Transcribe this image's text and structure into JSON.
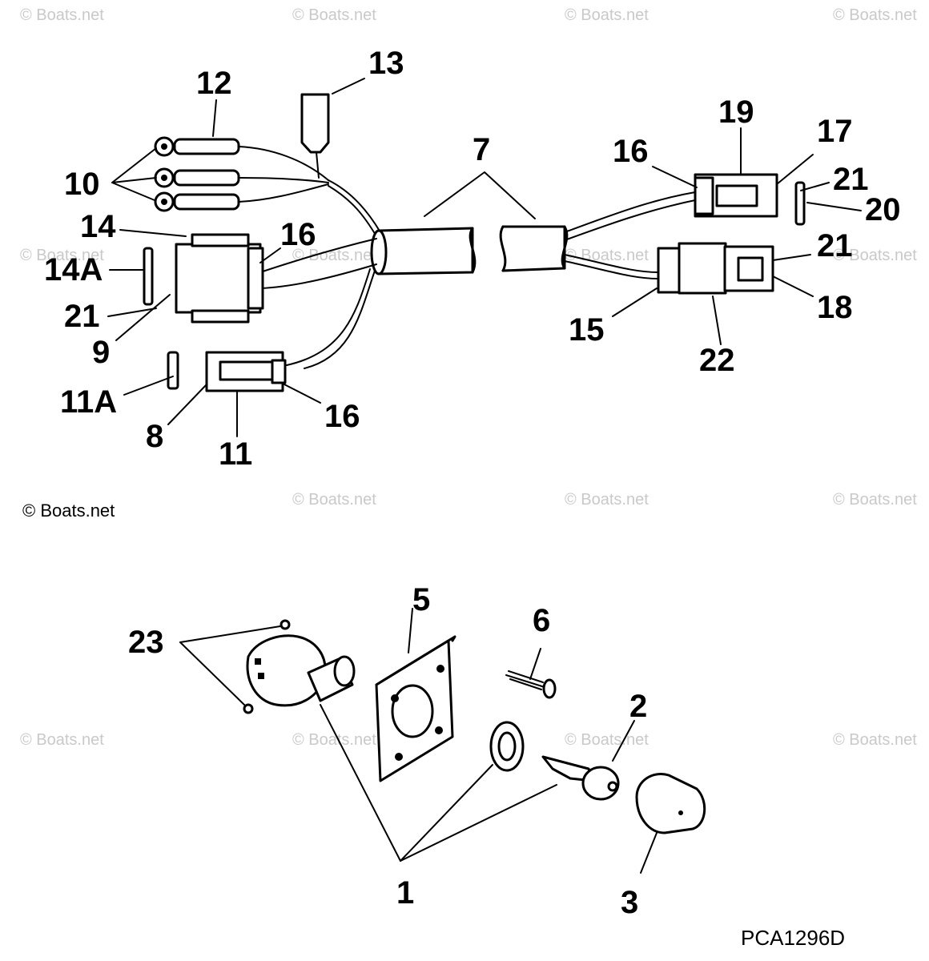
{
  "watermark": "© Boats.net",
  "part_code": "PCA1296D",
  "callouts": {
    "c1": "1",
    "c2": "2",
    "c3": "3",
    "c5": "5",
    "c6": "6",
    "c7": "7",
    "c8": "8",
    "c9": "9",
    "c10": "10",
    "c11": "11",
    "c11a": "11A",
    "c12": "12",
    "c13": "13",
    "c14": "14",
    "c14a": "14A",
    "c15": "15",
    "c16": "16",
    "c17": "17",
    "c18": "18",
    "c19": "19",
    "c20": "20",
    "c21": "21",
    "c22": "22",
    "c23": "23"
  }
}
